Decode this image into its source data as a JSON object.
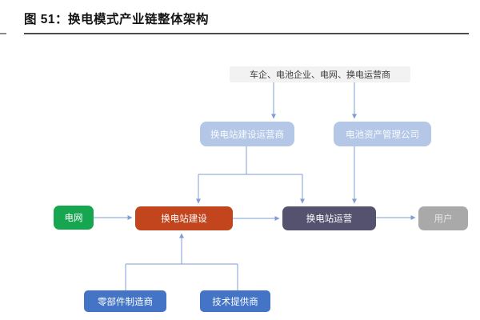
{
  "figure": {
    "title": "图 51：换电模式产业链整体架构"
  },
  "diagram": {
    "nodes": {
      "stakeholders": "车企、电池企业、电网、换电运营商",
      "builder_operator": "换电站建设运营商",
      "battery_asset_mgmt": "电池资产管理公司",
      "grid": "电网",
      "station_construction": "换电站建设",
      "station_operation": "换电站运营",
      "user": "用户",
      "parts_manufacturer": "零部件制造商",
      "tech_provider": "技术提供商"
    },
    "colors": {
      "connector_line": "#7f9ed6",
      "stakeholders_bg": "#f2f2f2",
      "light_blue_node": "#b4c7e7",
      "green_node": "#17a650",
      "red_node": "#c3451d",
      "dark_slate_node": "#55526f",
      "gray_node": "#a9a9a9",
      "blue_node": "#4374c6",
      "title_rule": "#4d4d4d"
    }
  }
}
